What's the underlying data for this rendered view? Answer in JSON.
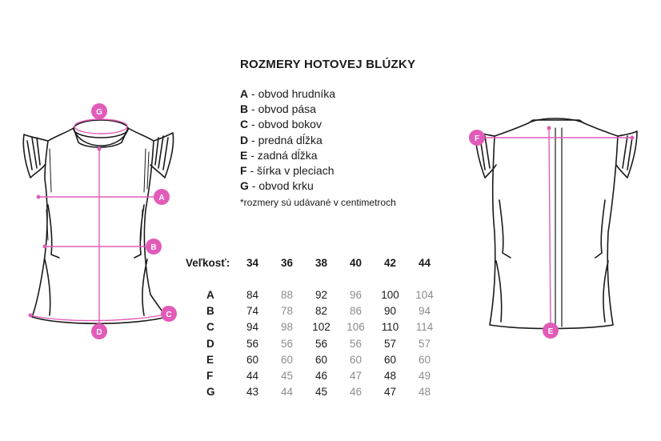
{
  "title": "ROZMERY HOTOVEJ BLÚZKY",
  "legend": [
    {
      "key": "A",
      "text": " - obvod hrudníka"
    },
    {
      "key": "B",
      "text": " - obvod pása"
    },
    {
      "key": "C",
      "text": " - obvod bokov"
    },
    {
      "key": "D",
      "text": " - predná dĺžka"
    },
    {
      "key": "E",
      "text": " - zadná dĺžka"
    },
    {
      "key": "F",
      "text": " - šírka v pleciach"
    },
    {
      "key": "G",
      "text": " - obvod krku"
    }
  ],
  "note": "*rozmery sú udávané v centimetroch",
  "table": {
    "header_label": "Veľkosť:",
    "sizes": [
      "34",
      "36",
      "38",
      "40",
      "42",
      "44"
    ],
    "rows": [
      {
        "label": "A",
        "values": [
          "84",
          "88",
          "92",
          "96",
          "100",
          "104"
        ]
      },
      {
        "label": "B",
        "values": [
          "74",
          "78",
          "82",
          "86",
          "90",
          "94"
        ]
      },
      {
        "label": "C",
        "values": [
          "94",
          "98",
          "102",
          "106",
          "110",
          "114"
        ]
      },
      {
        "label": "D",
        "values": [
          "56",
          "56",
          "56",
          "56",
          "57",
          "57"
        ]
      },
      {
        "label": "E",
        "values": [
          "60",
          "60",
          "60",
          "60",
          "60",
          "60"
        ]
      },
      {
        "label": "F",
        "values": [
          "44",
          "45",
          "46",
          "47",
          "48",
          "49"
        ]
      },
      {
        "label": "G",
        "values": [
          "43",
          "44",
          "45",
          "46",
          "47",
          "48"
        ]
      }
    ]
  },
  "markers": {
    "front": [
      "G",
      "A",
      "B",
      "C",
      "D"
    ],
    "back": [
      "F",
      "E"
    ]
  },
  "colors": {
    "accent": "#e25bb8",
    "text": "#1a1a1a",
    "muted": "#8c8c8c"
  }
}
